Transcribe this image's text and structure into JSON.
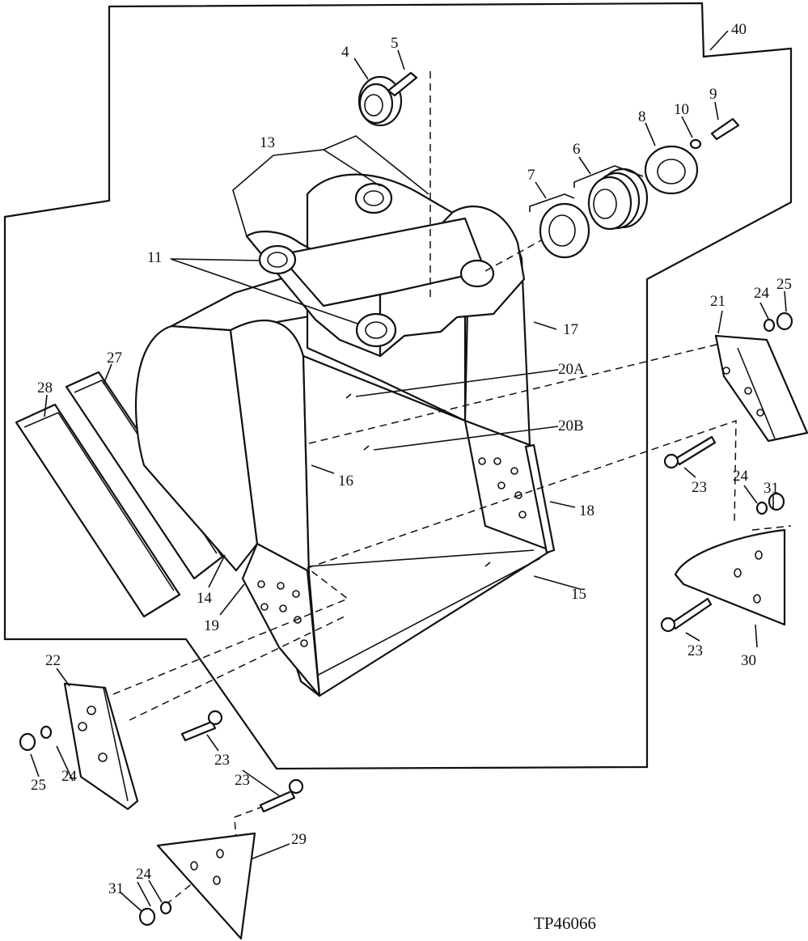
{
  "drawing_code": "TP46066",
  "callouts": {
    "c4": "4",
    "c5": "5",
    "c6": "6",
    "c7": "7",
    "c8": "8",
    "c9": "9",
    "c10": "10",
    "c11": "11",
    "c13": "13",
    "c14": "14",
    "c15": "15",
    "c16": "16",
    "c17": "17",
    "c18": "18",
    "c19": "19",
    "c20a": "20A",
    "c20b": "20B",
    "c21": "21",
    "c22": "22",
    "c23a": "23",
    "c23b": "23",
    "c23c": "23",
    "c23d": "23",
    "c24a": "24",
    "c24b": "24",
    "c24c": "24",
    "c24d": "24",
    "c25a": "25",
    "c25b": "25",
    "c27": "27",
    "c28": "28",
    "c29": "29",
    "c30": "30",
    "c31a": "31",
    "c31b": "31",
    "c40": "40"
  }
}
